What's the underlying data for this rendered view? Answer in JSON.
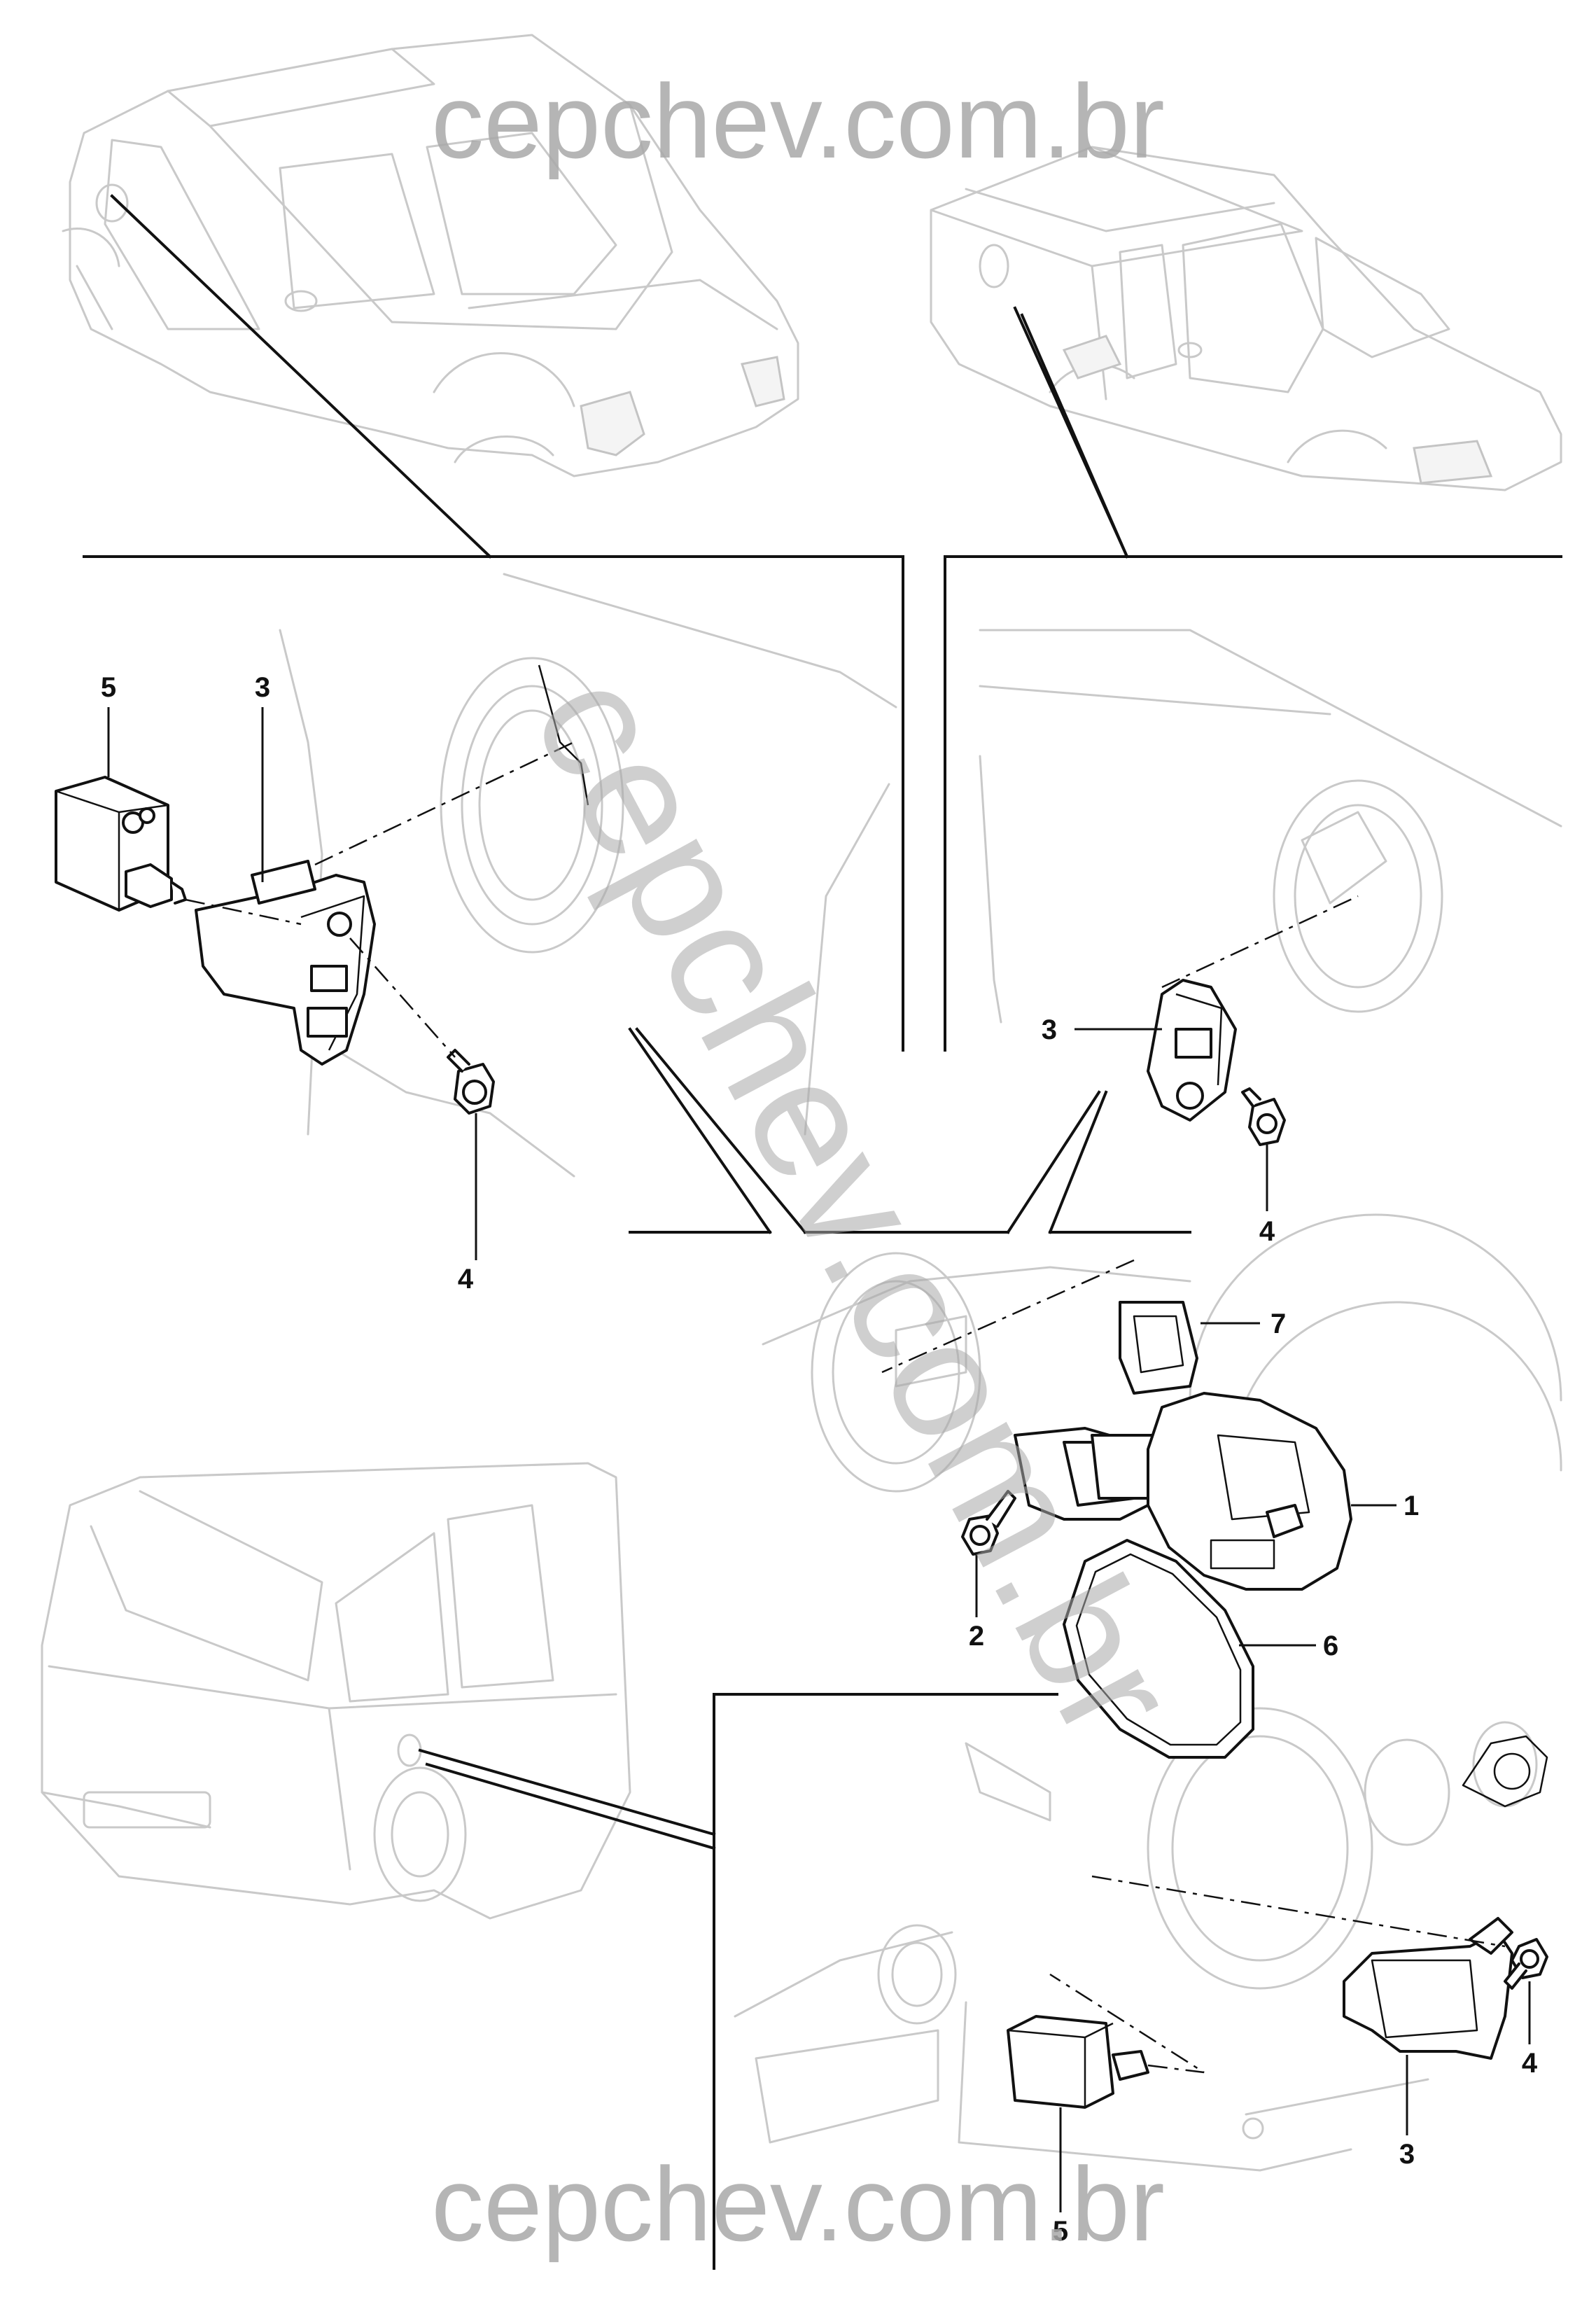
{
  "watermarks": {
    "top": "cepchev.com.br",
    "bottom": "cepchev.com.br",
    "diagonal": "cepchev.com.br"
  },
  "callouts": {
    "left_5": "5",
    "left_3": "3",
    "left_4": "4",
    "right_3": "3",
    "right_4": "4",
    "mid_7": "7",
    "mid_1": "1",
    "mid_2": "2",
    "mid_6": "6",
    "bottom_4": "4",
    "bottom_3": "3",
    "bottom_5": "5"
  },
  "colors": {
    "line": "#111111",
    "ghost": "#c9c9c9",
    "watermark": "#a9a9a9"
  }
}
